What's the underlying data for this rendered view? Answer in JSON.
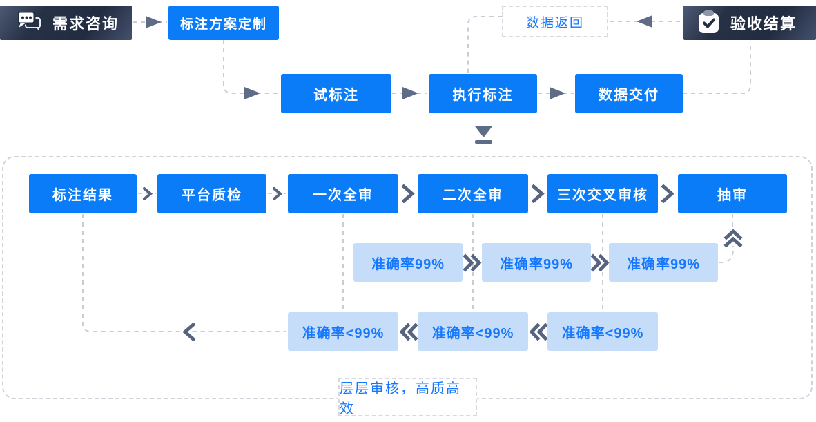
{
  "colors": {
    "primary_blue": "#0b7cf7",
    "light_blue_bg": "#c6ddf9",
    "text_blue": "#1677ff",
    "dark_panel": "#222c41",
    "connector_gray": "#c8cdd5",
    "arrow_gray": "#5e6c87"
  },
  "top_flow": {
    "requirement_label": "需求咨询",
    "requirement_icon": "chat-bubbles-icon",
    "plan_label": "标注方案定制",
    "data_return_label": "数据返回",
    "acceptance_label": "验收结算",
    "acceptance_icon": "clipboard-check-icon",
    "trial_label": "试标注",
    "execute_label": "执行标注",
    "delivery_label": "数据交付",
    "flow_down_icon": "arrow-down-to-bar-icon"
  },
  "review_flow": {
    "stages": [
      "标注结果",
      "平台质检",
      "一次全审",
      "二次全审",
      "三次交叉审核",
      "抽审"
    ],
    "pass_labels": [
      "准确率99%",
      "准确率99%",
      "准确率99%"
    ],
    "fail_labels": [
      "准确率<99%",
      "准确率<99%",
      "准确率<99%"
    ],
    "caption": "层层审核，高质高效"
  }
}
